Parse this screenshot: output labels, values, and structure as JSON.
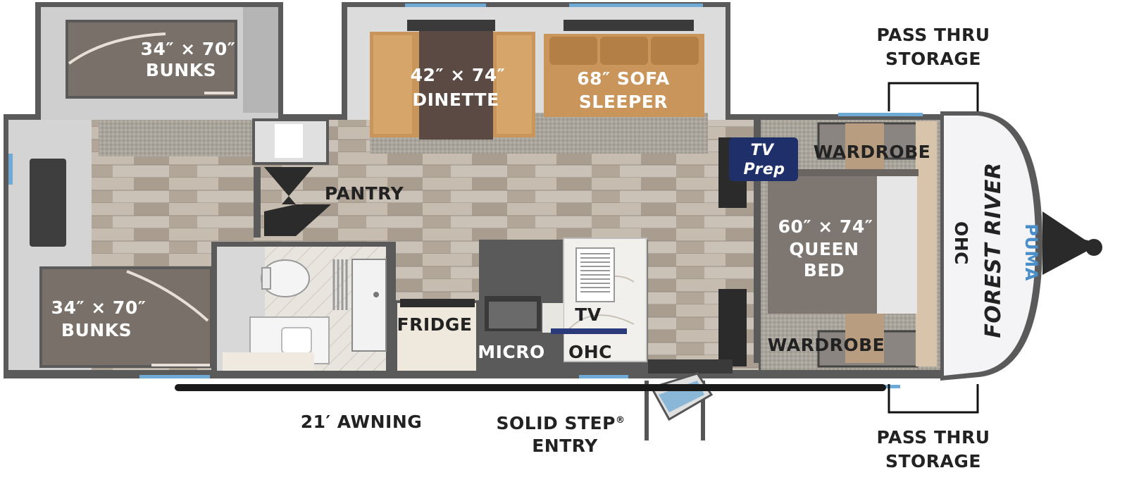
{
  "labels": {
    "bunks_top_size": "34″ × 70″",
    "bunks_top_name": "BUNKS",
    "bunks_bottom_size": "34″ × 70″",
    "bunks_bottom_name": "BUNKS",
    "dinette_size": "42″ × 74″",
    "dinette_name": "DINETTE",
    "sofa_size": "68″ SOFA",
    "sofa_name": "SLEEPER",
    "pantry": "PANTRY",
    "fridge": "FRIDGE",
    "micro": "MICRO",
    "tv": "TV",
    "ohc_kitchen": "OHC",
    "tv_prep_line1": "TV",
    "tv_prep_line2": "Prep",
    "wardrobe_top": "WARDROBE",
    "wardrobe_bottom": "WARDROBE",
    "bed_size": "60″ × 74″",
    "bed_name_1": "QUEEN",
    "bed_name_2": "BED",
    "ohc_front": "OHC",
    "awning": "21′ AWNING",
    "entry_line1": "SOLID STEP",
    "entry_reg": "®",
    "entry_line2": "ENTRY",
    "pass_top_1": "PASS THRU",
    "pass_top_2": "STORAGE",
    "pass_bottom_1": "PASS THRU",
    "pass_bottom_2": "STORAGE"
  },
  "branding": {
    "brand": "FOREST RIVER",
    "model": "PUMA"
  },
  "colors": {
    "wall": "#5a5a5a",
    "floor": "#b8ada0",
    "carpet": "#a6a29a",
    "bed": "#7d7671",
    "wood": "#c9955a",
    "tv_prep": "#1f2f6a",
    "window": "#6fa9d6",
    "awning": "#1a1a1a"
  }
}
